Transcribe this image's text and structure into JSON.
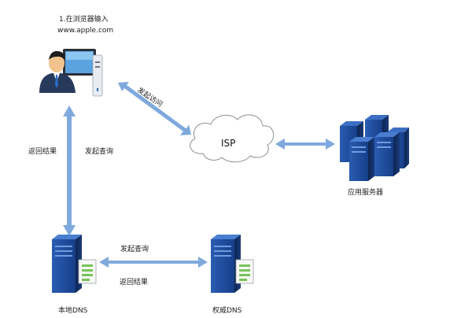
{
  "client": {
    "step_line1": "1.在浏览器输入",
    "step_line2": "www.apple.com"
  },
  "isp": {
    "label": "ISP"
  },
  "app_server": {
    "label": "应用服务器"
  },
  "local_dns": {
    "label": "本地DNS"
  },
  "auth_dns": {
    "label": "权威DNS"
  },
  "edges": {
    "client_isp": "发起访问",
    "client_local_return": "返回结果",
    "client_local_query": "发起查询",
    "local_auth_query": "发起查询",
    "local_auth_return": "返回结果"
  },
  "colors": {
    "arrow": "#7fa9dd",
    "server_blue": "#1f4ea0",
    "server_dark": "#0f2b61",
    "doc_green": "#78c35a"
  }
}
